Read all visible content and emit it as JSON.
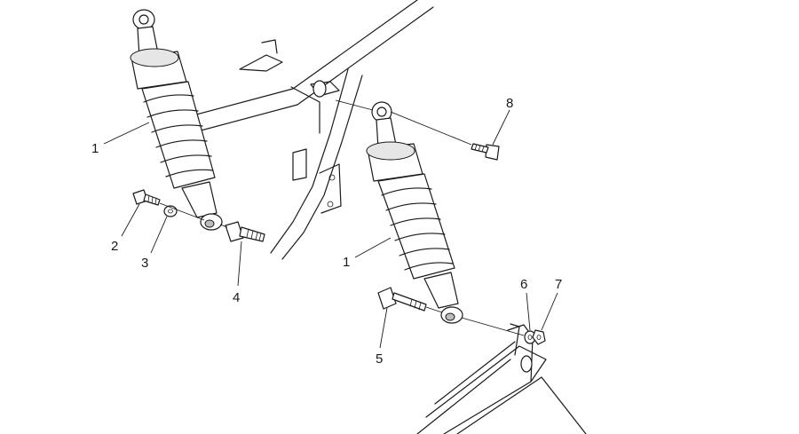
{
  "callouts": [
    {
      "id": "1a",
      "label": "1"
    },
    {
      "id": "2",
      "label": "2"
    },
    {
      "id": "3",
      "label": "3"
    },
    {
      "id": "4",
      "label": "4"
    },
    {
      "id": "1b",
      "label": "1"
    },
    {
      "id": "5",
      "label": "5"
    },
    {
      "id": "6",
      "label": "6"
    },
    {
      "id": "7",
      "label": "7"
    },
    {
      "id": "8",
      "label": "8"
    }
  ]
}
